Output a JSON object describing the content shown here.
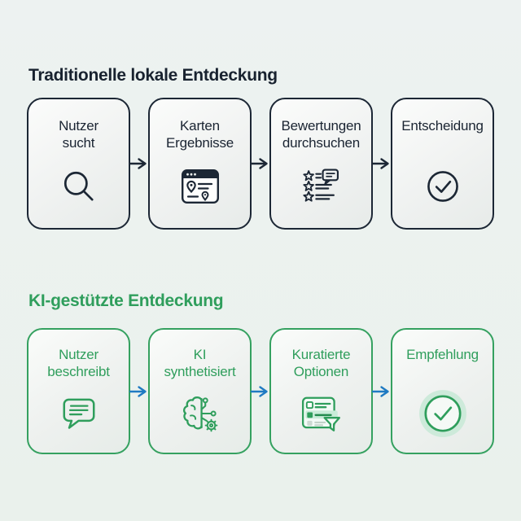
{
  "page": {
    "background_color": "#ecf2ef"
  },
  "sections": {
    "traditional": {
      "title": "Traditionelle lokale Entdeckung",
      "title_color": "#18222f",
      "box_border_color": "#1c2735",
      "label_color": "#1a2432",
      "arrow_color": "#1c2735",
      "steps": [
        {
          "line1": "Nutzer",
          "line2": "sucht",
          "icon": "search-icon"
        },
        {
          "line1": "Karten",
          "line2": "Ergebnisse",
          "icon": "map-results-icon"
        },
        {
          "line1": "Bewertungen",
          "line2": "durchsuchen",
          "icon": "reviews-list-icon"
        },
        {
          "line1": "Entscheidung",
          "line2": "",
          "icon": "check-circle-icon"
        }
      ]
    },
    "ai": {
      "title": "KI-gestützte Entdeckung",
      "title_color": "#2f9e5c",
      "box_border_color": "#35a160",
      "label_color": "#2f9e5c",
      "arrow_color": "#1f7ac2",
      "halo_color": "#cdeada",
      "highlight_band_color": "#c9ecd9",
      "steps": [
        {
          "line1": "Nutzer",
          "line2": "beschreibt",
          "icon": "chat-bubble-icon"
        },
        {
          "line1": "KI",
          "line2": "synthetisiert",
          "icon": "brain-circuit-gear-icon"
        },
        {
          "line1": "Kuratierte",
          "line2": "Optionen",
          "icon": "curated-list-filter-icon"
        },
        {
          "line1": "Empfehlung",
          "line2": "",
          "icon": "check-circle-halo-icon"
        }
      ]
    }
  }
}
